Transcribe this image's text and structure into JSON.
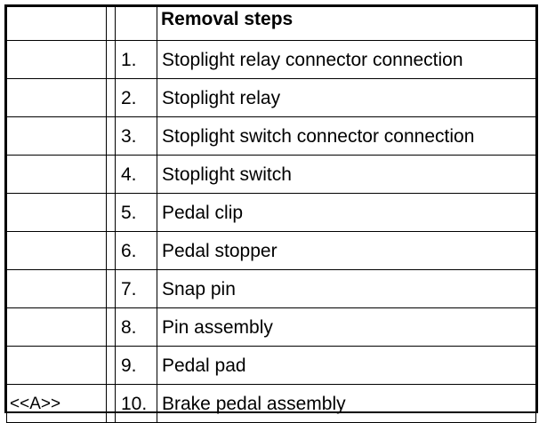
{
  "table": {
    "header": {
      "note": "",
      "number": "",
      "title": "Removal steps"
    },
    "rows": [
      {
        "note": "",
        "number": "1.",
        "step": "Stoplight relay connector connection"
      },
      {
        "note": "",
        "number": "2.",
        "step": "Stoplight relay"
      },
      {
        "note": "",
        "number": "3.",
        "step": "Stoplight switch connector connection"
      },
      {
        "note": "",
        "number": "4.",
        "step": "Stoplight switch"
      },
      {
        "note": "",
        "number": "5.",
        "step": "Pedal clip"
      },
      {
        "note": "",
        "number": "6.",
        "step": "Pedal stopper"
      },
      {
        "note": "",
        "number": "7.",
        "step": "Snap pin"
      },
      {
        "note": "",
        "number": "8.",
        "step": "Pin assembly"
      },
      {
        "note": "",
        "number": "9.",
        "step": "Pedal pad"
      },
      {
        "note": "<<A>>",
        "number": "10.",
        "step": "Brake pedal assembly"
      }
    ]
  }
}
